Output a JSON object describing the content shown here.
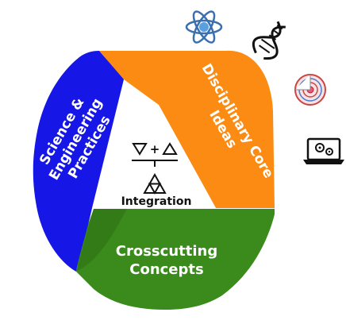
{
  "diagram": {
    "bands": {
      "sep": {
        "line1": "Science &",
        "line2": "Engineering",
        "line3": "Practices",
        "color": "#1616e6"
      },
      "dci": {
        "line1": "Disciplinary Core",
        "line2": "Ideas",
        "color": "#fb8b12"
      },
      "cc": {
        "line1": "Crosscutting",
        "line2": "Concepts",
        "color": "#3a8a1c"
      }
    },
    "center": {
      "symbol_plus": "+",
      "label": "Integration"
    },
    "icons": [
      "atom-icon",
      "dna-icon",
      "earth-layers-icon",
      "laptop-gears-icon"
    ]
  }
}
